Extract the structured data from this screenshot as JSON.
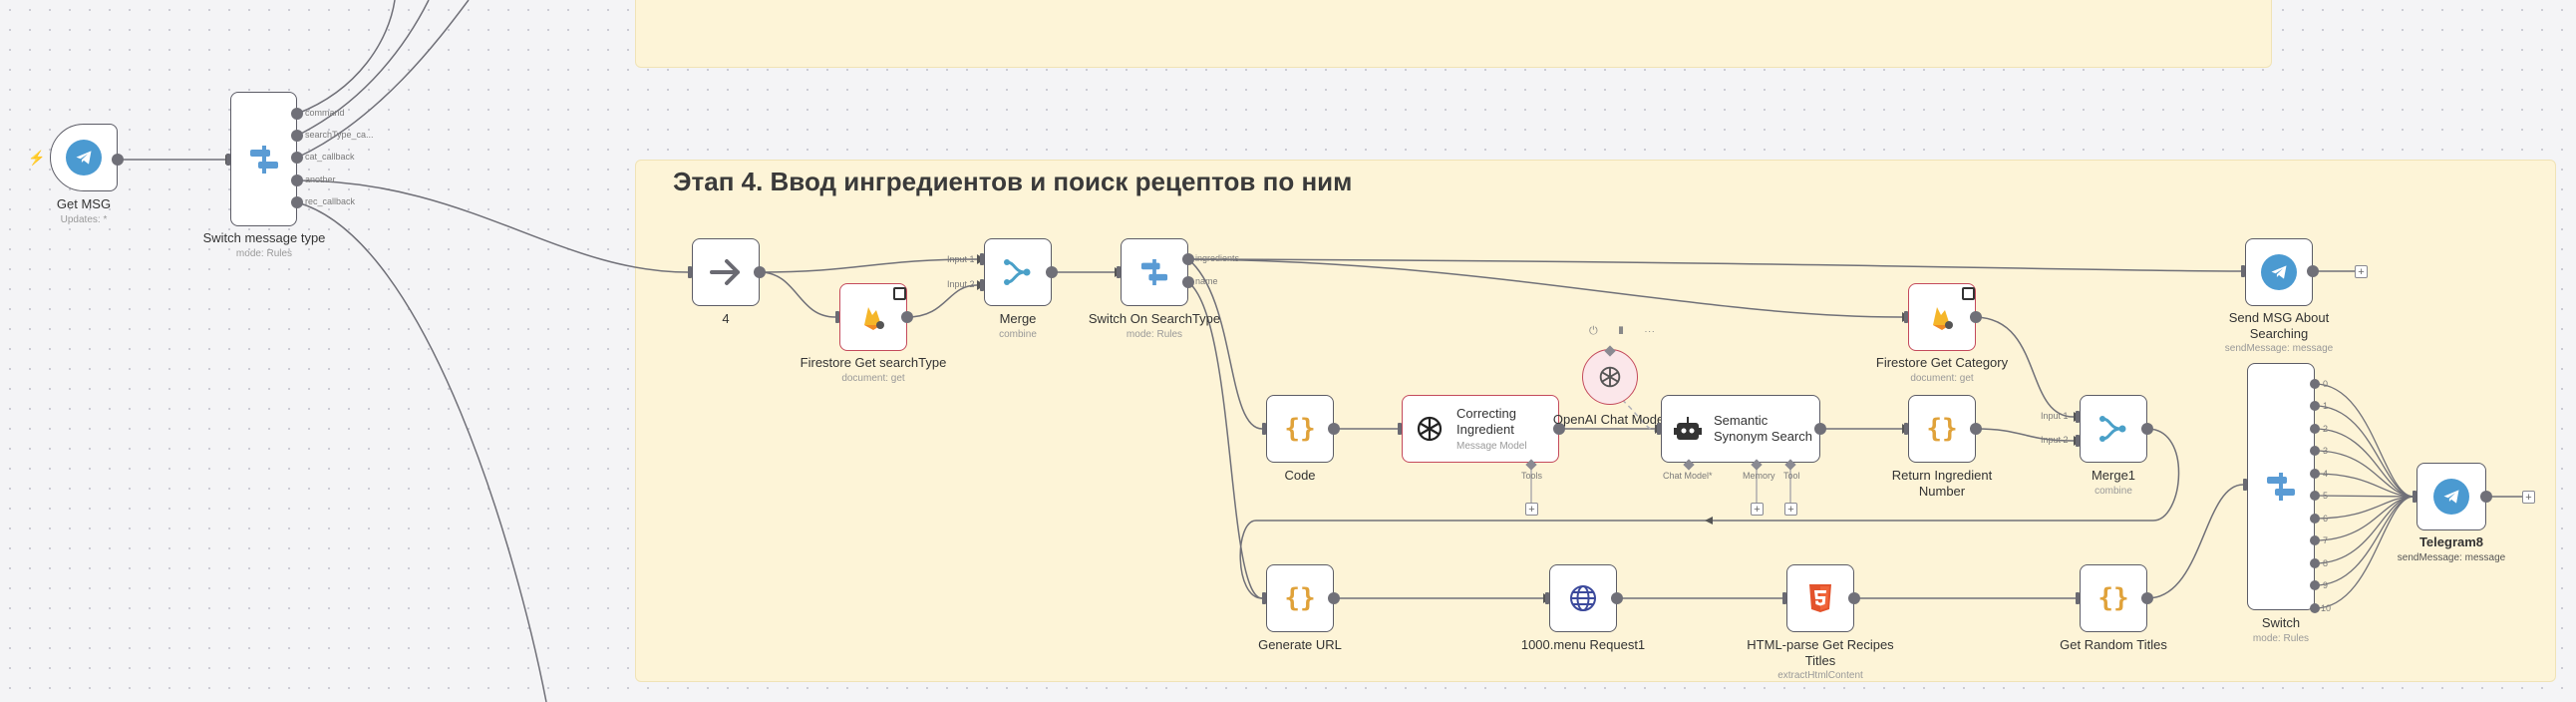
{
  "stage_title": "Этап 4. Ввод ингредиентов и поиск рецептов по ним",
  "colors": {
    "node_border": "#5c5c66",
    "error_border": "#c44a5c",
    "sticky": "#fdf4d7",
    "telegram": "#4b9ad1",
    "code": "#e0a23a"
  },
  "nodes": {
    "get_msg": {
      "label": "Get MSG",
      "sub": "Updates: *",
      "icon": "telegram-icon"
    },
    "switch_message_type": {
      "label": "Switch message type",
      "sub": "mode: Rules",
      "icon": "switch-icon",
      "outputs": [
        "command",
        "searchType_ca...",
        "cat_callback",
        "another",
        "rec_callback"
      ]
    },
    "node_4": {
      "label": "4",
      "icon": "arrow-right-icon"
    },
    "firestore_get_searchtype": {
      "label": "Firestore Get searchType",
      "sub": "document: get",
      "icon": "firebase-icon"
    },
    "merge": {
      "label": "Merge",
      "sub": "combine",
      "icon": "merge-icon",
      "inputs": [
        "Input 1",
        "Input 2"
      ]
    },
    "switch_on_searchtype": {
      "label": "Switch On SearchType",
      "sub": "mode: Rules",
      "icon": "switch-icon",
      "outputs": [
        "ingredients",
        "name"
      ]
    },
    "code": {
      "label": "Code",
      "icon": "code-icon"
    },
    "correcting_ingredient": {
      "title": "Correcting Ingredient",
      "sub": "Message Model",
      "icon": "openai-icon",
      "port": "Tools"
    },
    "openai_chat_model": {
      "label": "OpenAI Chat Model",
      "icon": "openai-icon"
    },
    "semantic_synonym_search": {
      "title": "Semantic Synonym Search",
      "icon": "robot-icon",
      "ports": [
        "Chat Model*",
        "Memory",
        "Tool"
      ]
    },
    "return_ingredient_number": {
      "label": "Return Ingredient Number",
      "icon": "code-icon"
    },
    "firestore_get_category": {
      "label": "Firestore Get Category",
      "sub": "document: get",
      "icon": "firebase-icon"
    },
    "merge1": {
      "label": "Merge1",
      "sub": "combine",
      "icon": "merge-icon",
      "inputs": [
        "Input 1",
        "Input 2"
      ]
    },
    "send_msg_about_searching": {
      "label": "Send MSG About Searching",
      "sub": "sendMessage: message",
      "icon": "telegram-icon"
    },
    "generate_url": {
      "label": "Generate URL",
      "icon": "code-icon"
    },
    "menu_request": {
      "label": "1000.menu Request1",
      "icon": "globe-icon"
    },
    "html_parse": {
      "label": "HTML-parse Get Recipes Titles",
      "sub": "extractHtmlContent",
      "icon": "html5-icon"
    },
    "get_random_titles": {
      "label": "Get Random Titles",
      "icon": "code-icon"
    },
    "switch": {
      "label": "Switch",
      "sub": "mode: Rules",
      "icon": "switch-icon",
      "outputs": [
        "0",
        "1",
        "2",
        "3",
        "4",
        "5",
        "6",
        "7",
        "8",
        "9",
        "10"
      ]
    },
    "telegram": {
      "label": "Telegram8",
      "sub": "sendMessage: message",
      "icon": "telegram-icon"
    }
  },
  "add_button": "+"
}
